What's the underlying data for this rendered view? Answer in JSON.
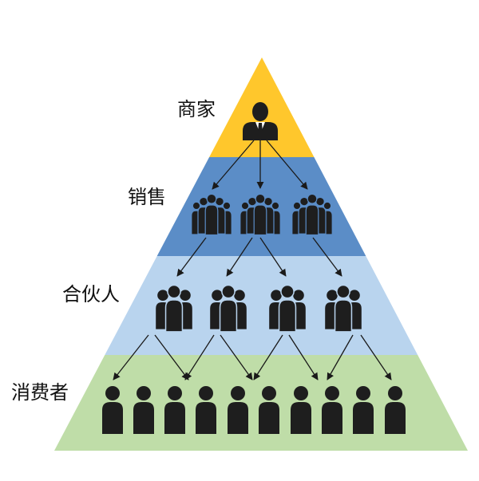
{
  "diagram": {
    "colors": {
      "merchant": "#FFC72C",
      "sales": "#5B8DC7",
      "partner": "#B9D4EE",
      "consumer": "#BFDDA8",
      "figure": "#1E1E1E",
      "arrow": "#1A1A1A"
    },
    "tiers": [
      {
        "key": "merchant",
        "label": "商家",
        "icon": "businessman-icon"
      },
      {
        "key": "sales",
        "label": "销售",
        "icon": "team-group-icon"
      },
      {
        "key": "partner",
        "label": "合伙人",
        "icon": "people-group-icon"
      },
      {
        "key": "consumer",
        "label": "消费者",
        "icon": "person-icon"
      }
    ]
  }
}
